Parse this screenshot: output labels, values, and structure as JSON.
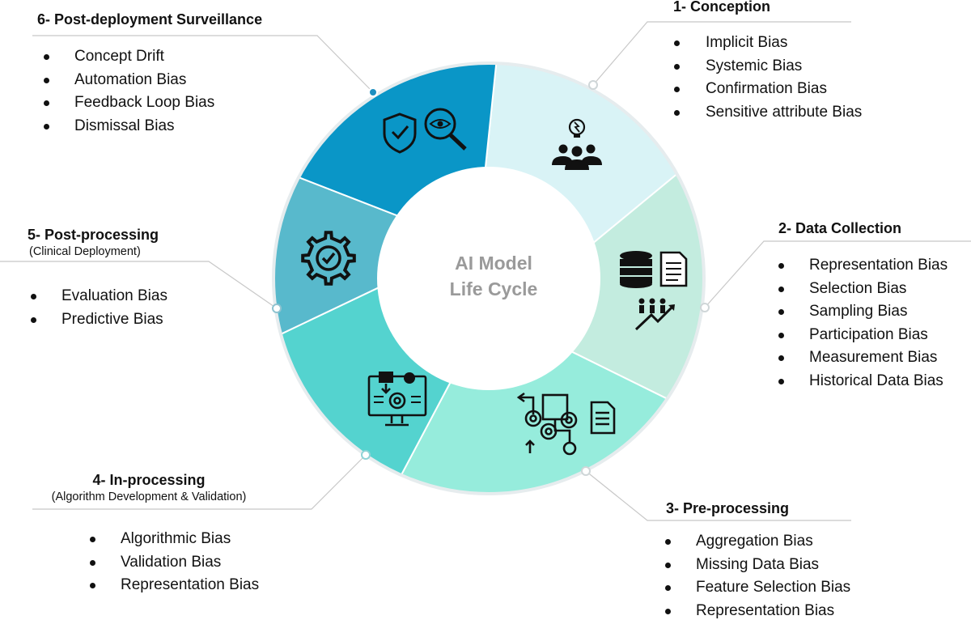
{
  "center": {
    "line1": "AI Model",
    "line2": "Life Cycle"
  },
  "stages": [
    {
      "title": "1- Conception",
      "subtitle": "",
      "color": "#d9f3f6",
      "icon": "team-idea-icon",
      "items": [
        "Implicit Bias",
        "Systemic Bias",
        "Confirmation Bias",
        "Sensitive attribute Bias"
      ]
    },
    {
      "title": "2- Data Collection",
      "subtitle": "",
      "color": "#c3ecdf",
      "icon": "database-document-icon",
      "items": [
        "Representation Bias",
        "Selection Bias",
        "Sampling Bias",
        "Participation Bias",
        "Measurement  Bias",
        "Historical Data Bias"
      ]
    },
    {
      "title": "3- Pre-processing",
      "subtitle": "",
      "color": "#96ecdc",
      "icon": "gears-workflow-icon",
      "items": [
        "Aggregation Bias",
        "Missing Data Bias",
        "Feature Selection Bias",
        "Representation Bias"
      ]
    },
    {
      "title": "4- In-processing",
      "subtitle": "(Algorithm Development & Validation)",
      "color": "#54d3cf",
      "icon": "computer-gear-icon",
      "items": [
        "Algorithmic Bias",
        "Validation Bias",
        "Representation Bias"
      ]
    },
    {
      "title": "5- Post-processing",
      "subtitle": "(Clinical Deployment)",
      "color": "#58b9cc",
      "icon": "gear-check-icon",
      "items": [
        "Evaluation Bias",
        "Predictive Bias"
      ]
    },
    {
      "title": "6-  Post-deployment Surveillance",
      "subtitle": "",
      "color": "#0a96c7",
      "icon": "shield-magnifier-icon",
      "items": [
        "Concept Drift",
        "Automation Bias",
        "Feedback Loop Bias",
        "Dismissal Bias"
      ]
    }
  ]
}
